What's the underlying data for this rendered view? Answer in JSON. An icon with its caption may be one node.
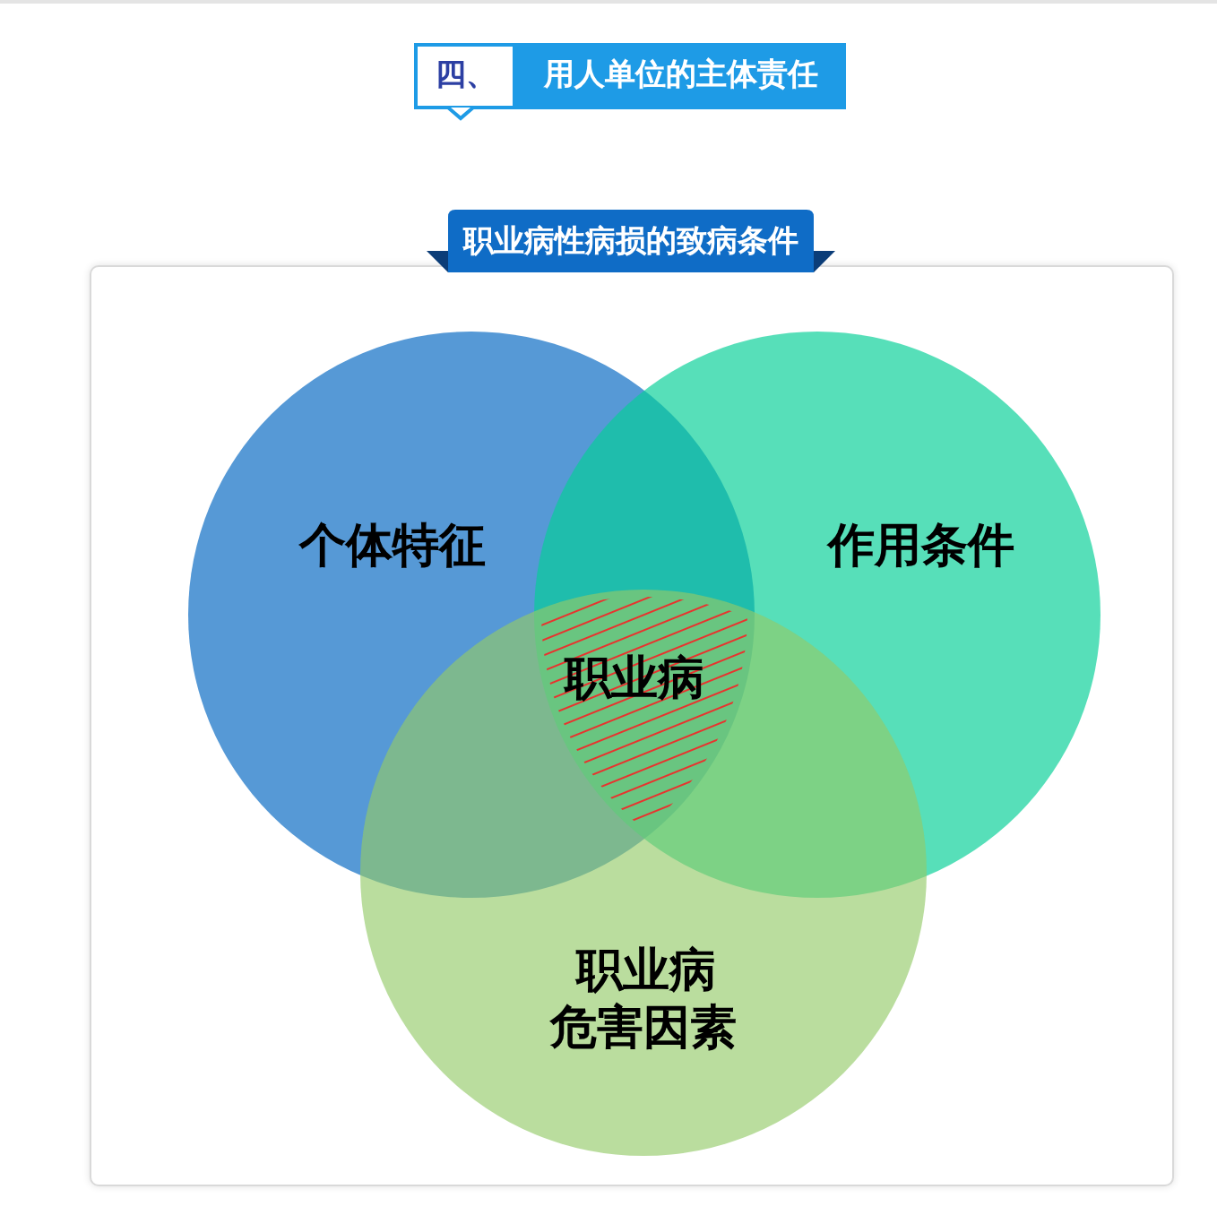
{
  "diagram": {
    "title": "用人单位的主体责任",
    "nodes": [
      {
        "text": [
          "职业病性病损的致病条件"
        ]
      },
      {
        "text": [
          "个体特征"
        ],
        "in": 0
      },
      {
        "text": [
          "作用条件"
        ],
        "in": 0
      },
      {
        "text": [
          "职业病危害因素"
        ],
        "in": 0
      },
      {
        "text": [
          "职业病"
        ]
      }
    ],
    "labels": [
      "四、"
    ]
  }
}
